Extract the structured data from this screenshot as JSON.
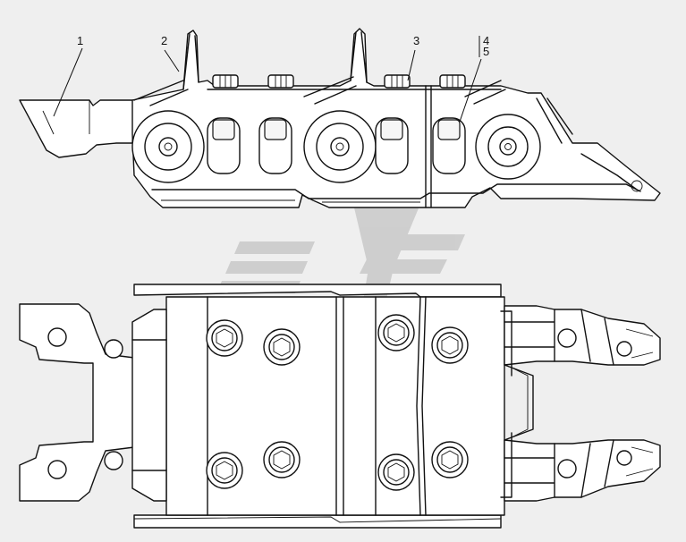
{
  "drawing": {
    "callouts": [
      {
        "id": "c1",
        "text": "1"
      },
      {
        "id": "c2",
        "text": "2"
      },
      {
        "id": "c3",
        "text": "3"
      },
      {
        "id": "c4",
        "text": "4"
      },
      {
        "id": "c5",
        "text": "5"
      }
    ],
    "colors": {
      "line": "#111111",
      "background": "#efefef",
      "watermark": "#c9c9c9"
    }
  }
}
